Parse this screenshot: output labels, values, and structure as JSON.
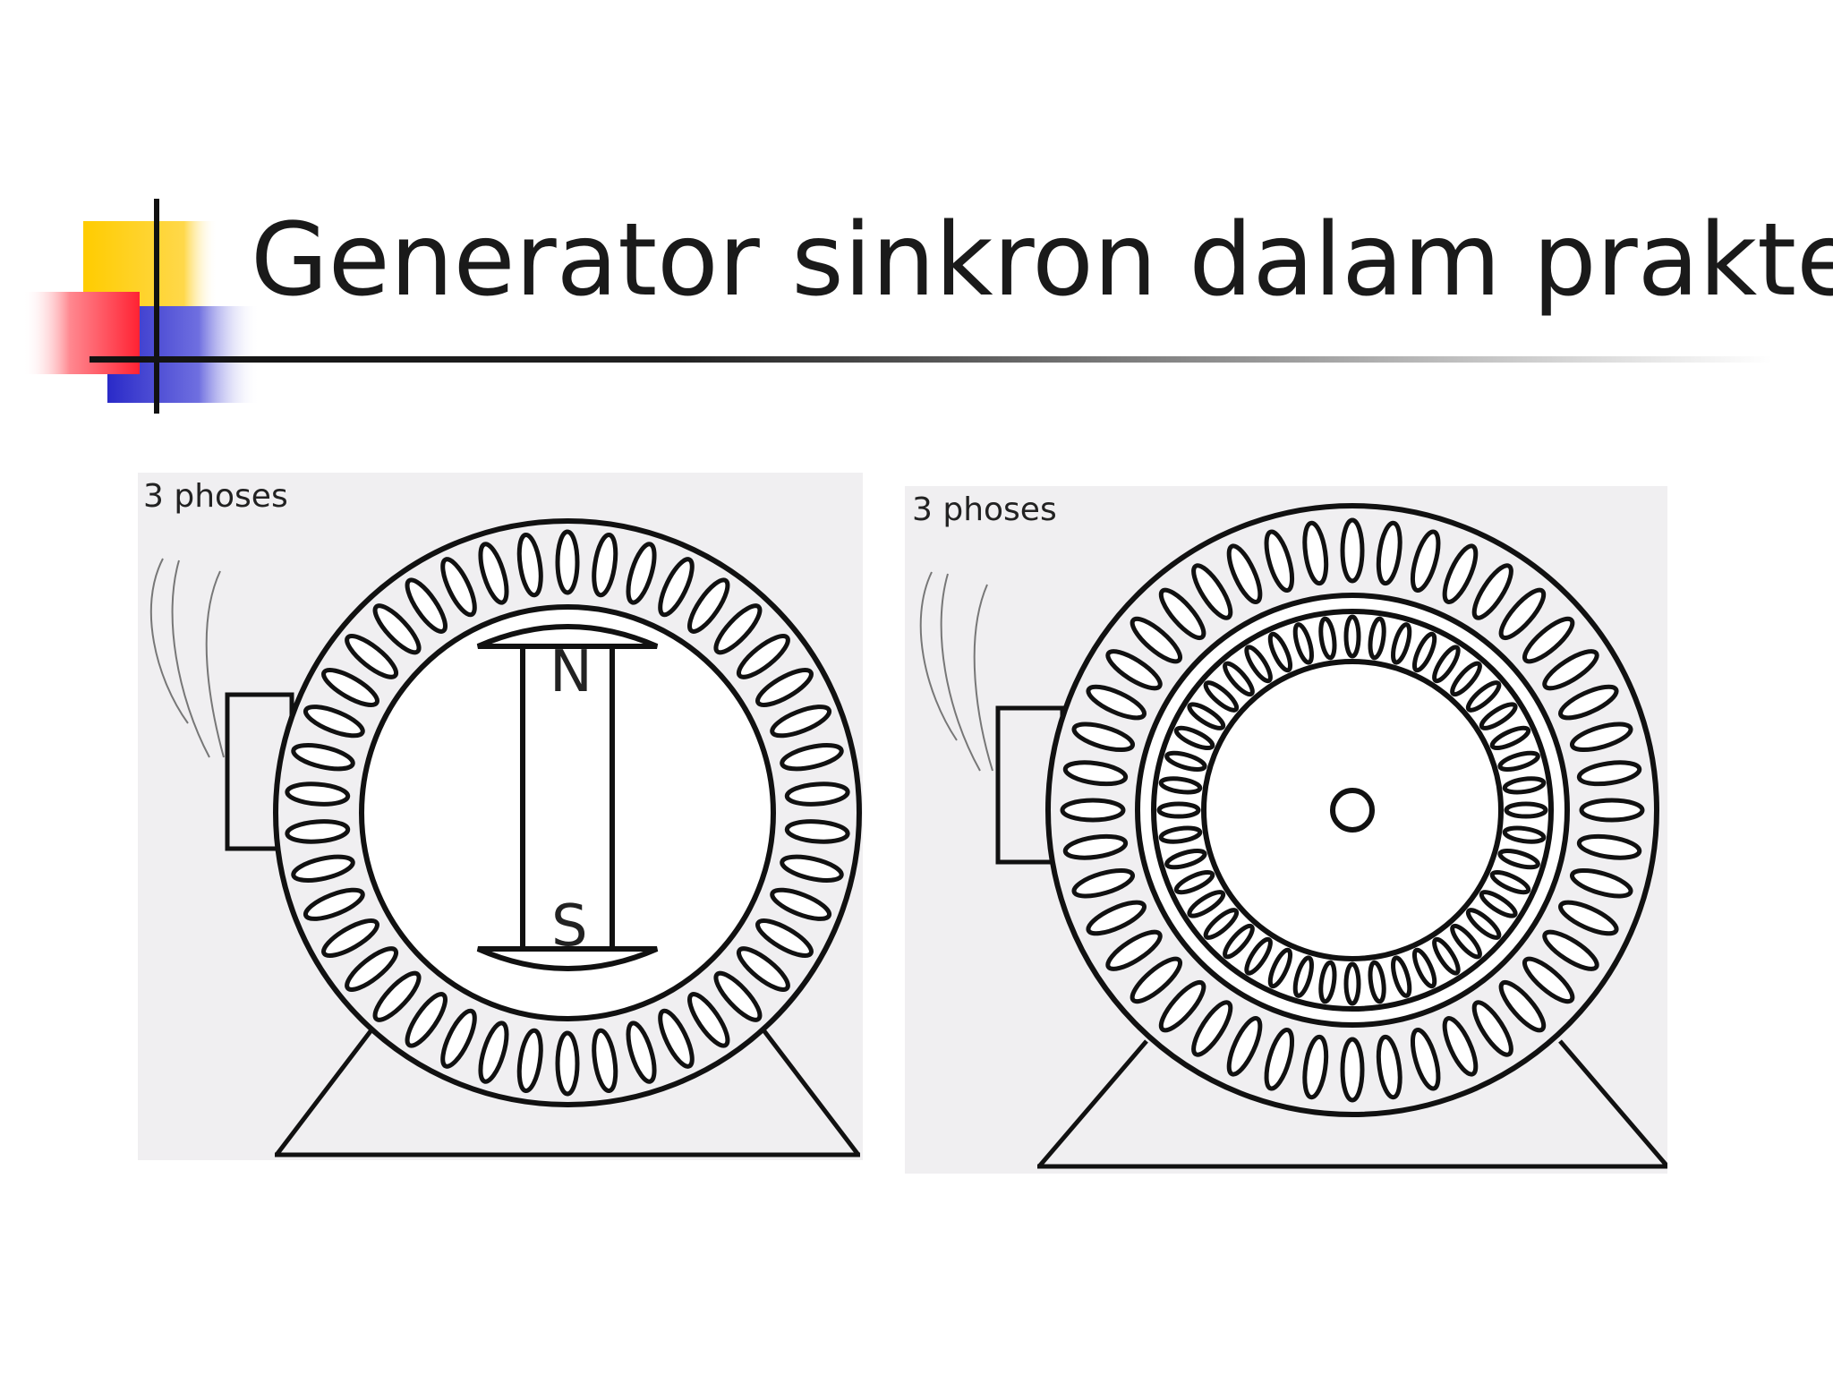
{
  "slide": {
    "title": "Generator sinkron dalam praktek"
  },
  "figures": [
    {
      "phases_label": "3 phoses",
      "rotor": "salient-pole",
      "pole_north": "N",
      "pole_south": "S"
    },
    {
      "phases_label": "3 phoses",
      "rotor": "cylindrical"
    }
  ],
  "colors": {
    "logo_yellow": "#ffcc00",
    "logo_red": "#ff3344",
    "logo_blue": "#2f2fd0",
    "figure_background": "#f0eff1",
    "line": "#111111"
  }
}
